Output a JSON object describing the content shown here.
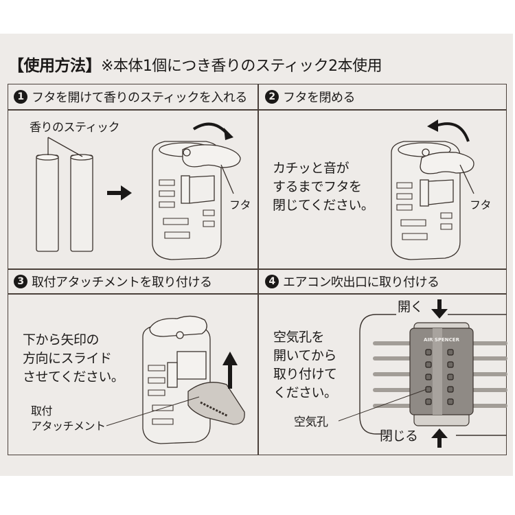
{
  "document": {
    "title_main": "【使用方法】",
    "title_note": "※本体1個につき香りのスティック2本使用",
    "steps": [
      {
        "number": "1",
        "heading": "フタを開けて香りのスティックを入れる",
        "labels": {
          "stick": "香りのスティック",
          "lid": "フタ"
        }
      },
      {
        "number": "2",
        "heading": "フタを閉める",
        "instruction": "カチッと音が\nするまでフタを\n閉じてください。",
        "labels": {
          "lid": "フタ"
        }
      },
      {
        "number": "3",
        "heading": "取付アタッチメントを取り付ける",
        "instruction": "下から矢印の\n方向にスライド\nさせてください。",
        "labels": {
          "attachment": "取付\nアタッチメント"
        }
      },
      {
        "number": "4",
        "heading": "エアコン吹出口に取り付ける",
        "instruction": "空気孔を\n開いてから\n取り付けて\nください。",
        "labels": {
          "air_hole": "空気孔",
          "open": "開く",
          "close": "閉じる",
          "brand": "AIR SPENCER"
        }
      }
    ]
  }
}
